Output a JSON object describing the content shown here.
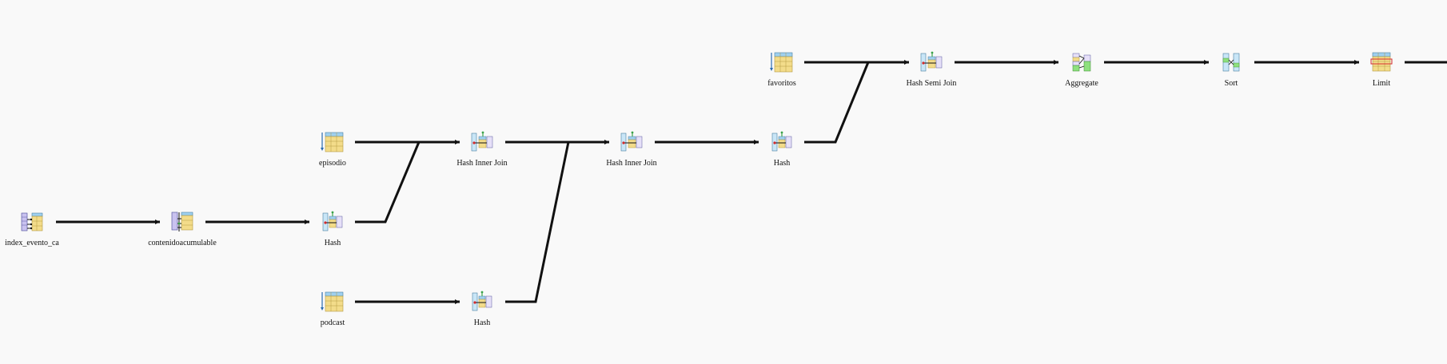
{
  "nodes": {
    "index_evento_ca": {
      "label": "index_evento_ca",
      "icon": "index-scan-icon"
    },
    "contenidoacumulable": {
      "label": "contenidoacumulable",
      "icon": "index-join-icon"
    },
    "hash_1": {
      "label": "Hash",
      "icon": "hash-icon"
    },
    "episodio": {
      "label": "episodio",
      "icon": "table-scan-icon"
    },
    "podcast": {
      "label": "podcast",
      "icon": "table-scan-icon"
    },
    "hash_inner_join_1": {
      "label": "Hash Inner Join",
      "icon": "hash-join-icon"
    },
    "hash_2": {
      "label": "Hash",
      "icon": "hash-icon"
    },
    "hash_inner_join_2": {
      "label": "Hash Inner Join",
      "icon": "hash-join-icon"
    },
    "hash_3": {
      "label": "Hash",
      "icon": "hash-icon"
    },
    "favoritos": {
      "label": "favoritos",
      "icon": "table-scan-icon"
    },
    "hash_semi_join": {
      "label": "Hash Semi Join",
      "icon": "hash-join-icon"
    },
    "aggregate": {
      "label": "Aggregate",
      "icon": "aggregate-icon"
    },
    "sort": {
      "label": "Sort",
      "icon": "sort-icon"
    },
    "limit": {
      "label": "Limit",
      "icon": "limit-icon"
    }
  },
  "colors": {
    "edge": "#111111",
    "table_grid": "#f3dc8a",
    "table_header": "#9fd0ef",
    "index_bar": "#c9c2f0",
    "join_accent": "#3aa24a",
    "hash_marker": "#d42a2a"
  }
}
